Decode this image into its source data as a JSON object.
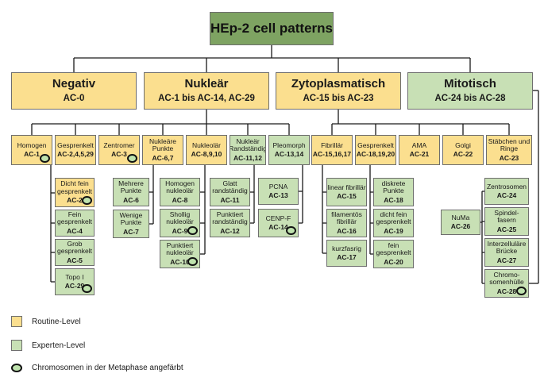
{
  "colors": {
    "routine": "#fbdf8f",
    "expert": "#c8e0b5",
    "root": "#7ea362",
    "line": "#1a1a1a"
  },
  "root": {
    "label": "HEp-2 cell patterns"
  },
  "top": [
    {
      "name": "Negativ",
      "code": "AC-0"
    },
    {
      "name": "Nukleär",
      "code": "AC-1 bis AC-14, AC-29"
    },
    {
      "name": "Zytoplasmatisch",
      "code": "AC-15 bis AC-23"
    },
    {
      "name": "Mitotisch",
      "code": "AC-24 bis AC-28"
    }
  ],
  "mid": [
    {
      "name": "Homogen",
      "code": "AC-1"
    },
    {
      "name": "Gesprenkelt",
      "code": "AC-2,4,5,29"
    },
    {
      "name": "Zentromer",
      "code": "AC-3"
    },
    {
      "name": "Nukleäre Punkte",
      "code": "AC-6,7"
    },
    {
      "name": "Nukleolär",
      "code": "AC-8,9,10"
    },
    {
      "name": "Nukleär Randständig",
      "code": "AC-11,12"
    },
    {
      "name": "Pleomorph",
      "code": "AC-13,14"
    },
    {
      "name": "Fibrillär",
      "code": "AC-15,16,17"
    },
    {
      "name": "Gesprenkelt",
      "code": "AC-18,19,20"
    },
    {
      "name": "AMA",
      "code": "AC-21"
    },
    {
      "name": "Golgi",
      "code": "AC-22"
    },
    {
      "name": "Stäbchen und Ringe",
      "code": "AC-23"
    }
  ],
  "leaves": [
    {
      "name": "Dicht fein gesprenkelt",
      "code": "AC-2"
    },
    {
      "name": "Fein gesprenkelt",
      "code": "AC-4"
    },
    {
      "name": "Grob gesprenkelt",
      "code": "AC-5"
    },
    {
      "name": "Topo I",
      "code": "AC-29"
    },
    {
      "name": "Mehrere Punkte",
      "code": "AC-6"
    },
    {
      "name": "Wenige Punkte",
      "code": "AC-7"
    },
    {
      "name": "Homogen nukleolär",
      "code": "AC-8"
    },
    {
      "name": "Shollig nukleolär",
      "code": "AC-9"
    },
    {
      "name": "Punktiert nukleolär",
      "code": "AC-10"
    },
    {
      "name": "Glatt randständig",
      "code": "AC-11"
    },
    {
      "name": "Punktiert randständig",
      "code": "AC-12"
    },
    {
      "name": "PCNA",
      "code": "AC-13"
    },
    {
      "name": "CENP-F",
      "code": "AC-14"
    },
    {
      "name": "linear fibrillär",
      "code": "AC-15"
    },
    {
      "name": "filamentös fibrillär",
      "code": "AC-16"
    },
    {
      "name": "kurzfasrig",
      "code": "AC-17"
    },
    {
      "name": "diskrete Punkte",
      "code": "AC-18"
    },
    {
      "name": "dicht fein gesprenkelt",
      "code": "AC-19"
    },
    {
      "name": "fein gesprenkelt",
      "code": "AC-20"
    },
    {
      "name": "NuMa",
      "code": "AC-26"
    },
    {
      "name": "Zentrosomen",
      "code": "AC-24"
    },
    {
      "name": "Spindel-fasern",
      "code": "AC-25"
    },
    {
      "name": "Interzelluläre Brücke",
      "code": "AC-27"
    },
    {
      "name": "Chromo-somenhülle",
      "code": "AC-28"
    }
  ],
  "legend": [
    {
      "label": "Routine-Level"
    },
    {
      "label": "Experten-Level"
    },
    {
      "label": "Chromosomen in der Metaphase angefärbt"
    }
  ]
}
